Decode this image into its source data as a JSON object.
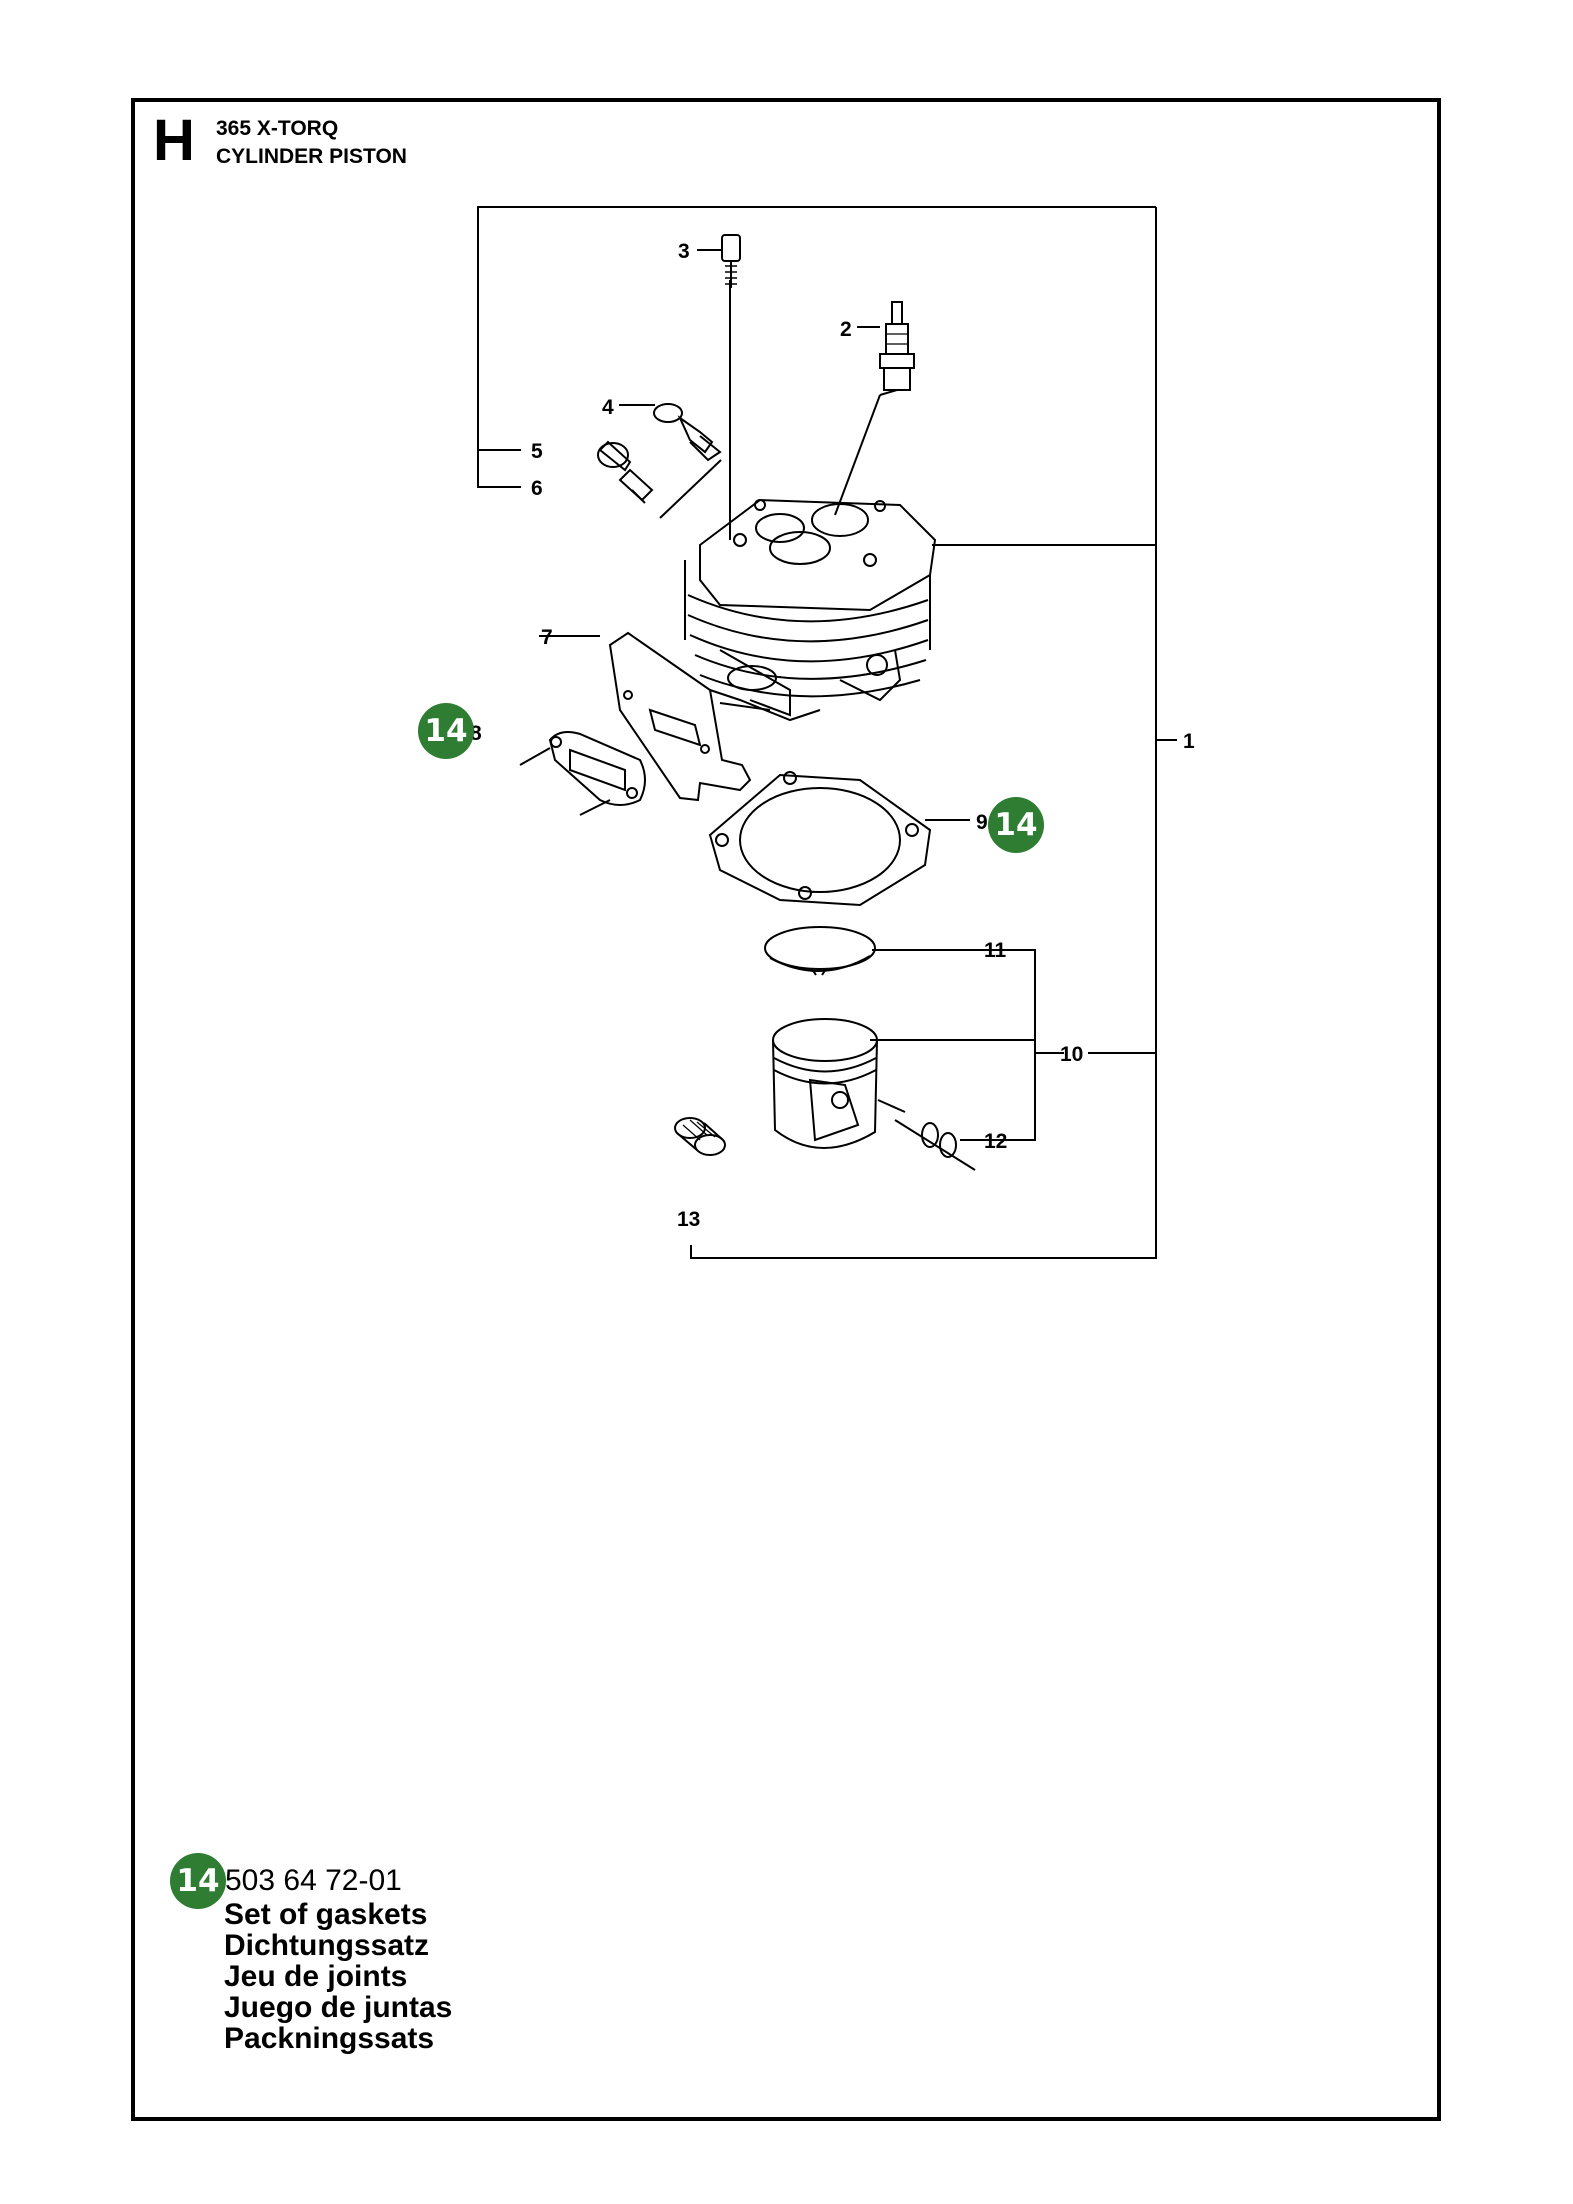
{
  "header": {
    "section_letter": "H",
    "model": "365 X-TORQ",
    "title": "CYLINDER PISTON"
  },
  "callouts": [
    "1",
    "2",
    "3",
    "4",
    "5",
    "6",
    "7",
    "8",
    "9",
    "10",
    "11",
    "12",
    "13"
  ],
  "kit_badge": "14",
  "kit": {
    "badge": "14",
    "part_number": "503 64 72-01",
    "descriptions": [
      "Set of gaskets",
      "Dichtungssatz",
      "Jeu de joints",
      "Juego de juntas",
      "Packningssats"
    ]
  },
  "colors": {
    "badge": "#2e7d32",
    "line": "#000000"
  }
}
